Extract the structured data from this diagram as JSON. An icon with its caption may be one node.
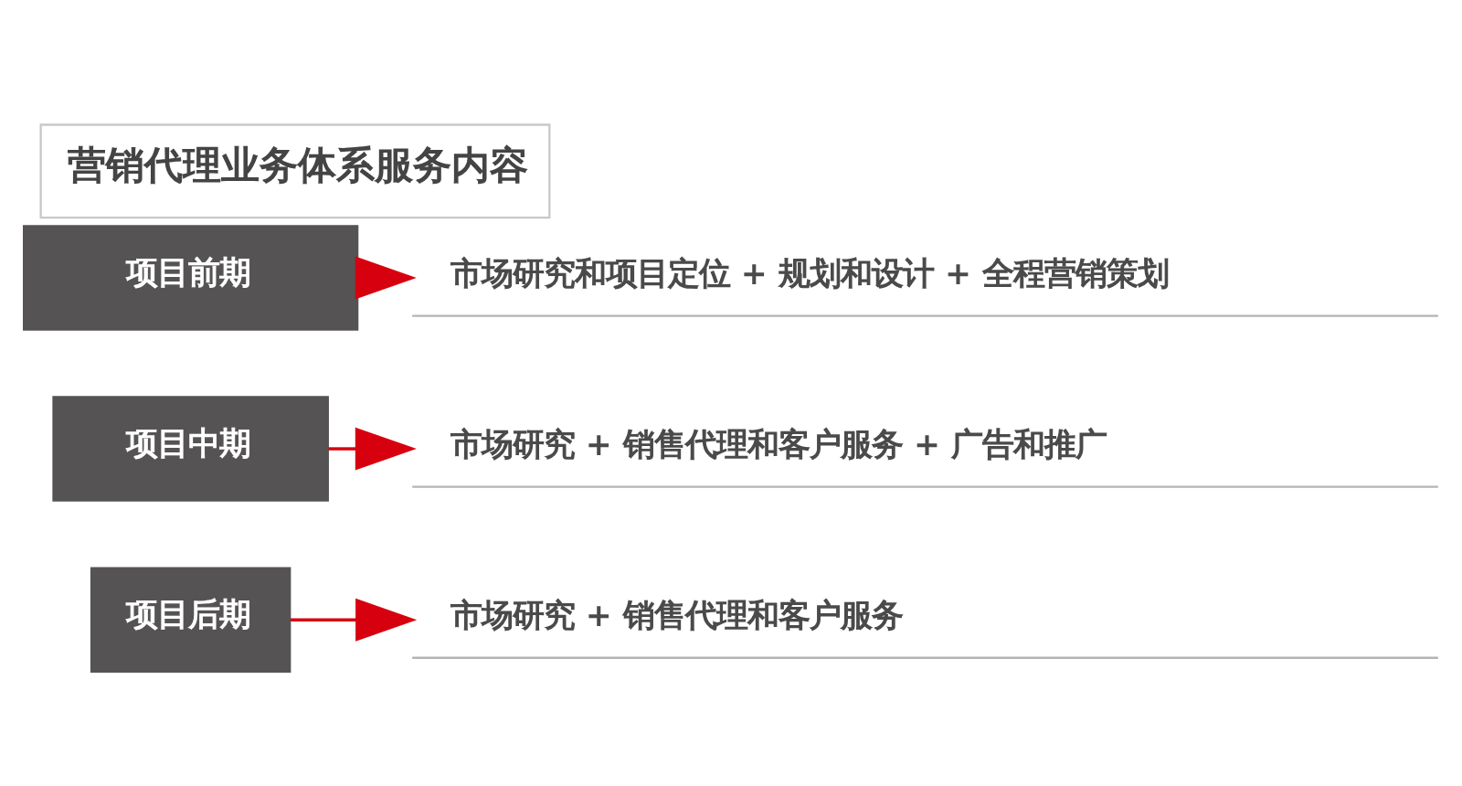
{
  "diagram": {
    "title": "营销代理业务体系服务内容",
    "nodes": [
      {
        "text": [
          "项目前期"
        ]
      },
      {
        "text": [
          "市场研究和项目定位 + 规划和设计 + 全程营销策划"
        ]
      },
      {
        "text": [
          "项目中期"
        ]
      },
      {
        "text": [
          "市场研究 + 销售代理和客户服务 + 广告和推广"
        ]
      },
      {
        "text": [
          "项目后期"
        ]
      },
      {
        "text": [
          "市场研究 + 销售代理和客户服务"
        ]
      }
    ],
    "edges": [
      {
        "from": 0,
        "to": 1,
        "arrow": "to"
      },
      {
        "from": 2,
        "to": 3,
        "arrow": "to"
      },
      {
        "from": 4,
        "to": 5,
        "arrow": "to"
      }
    ]
  }
}
